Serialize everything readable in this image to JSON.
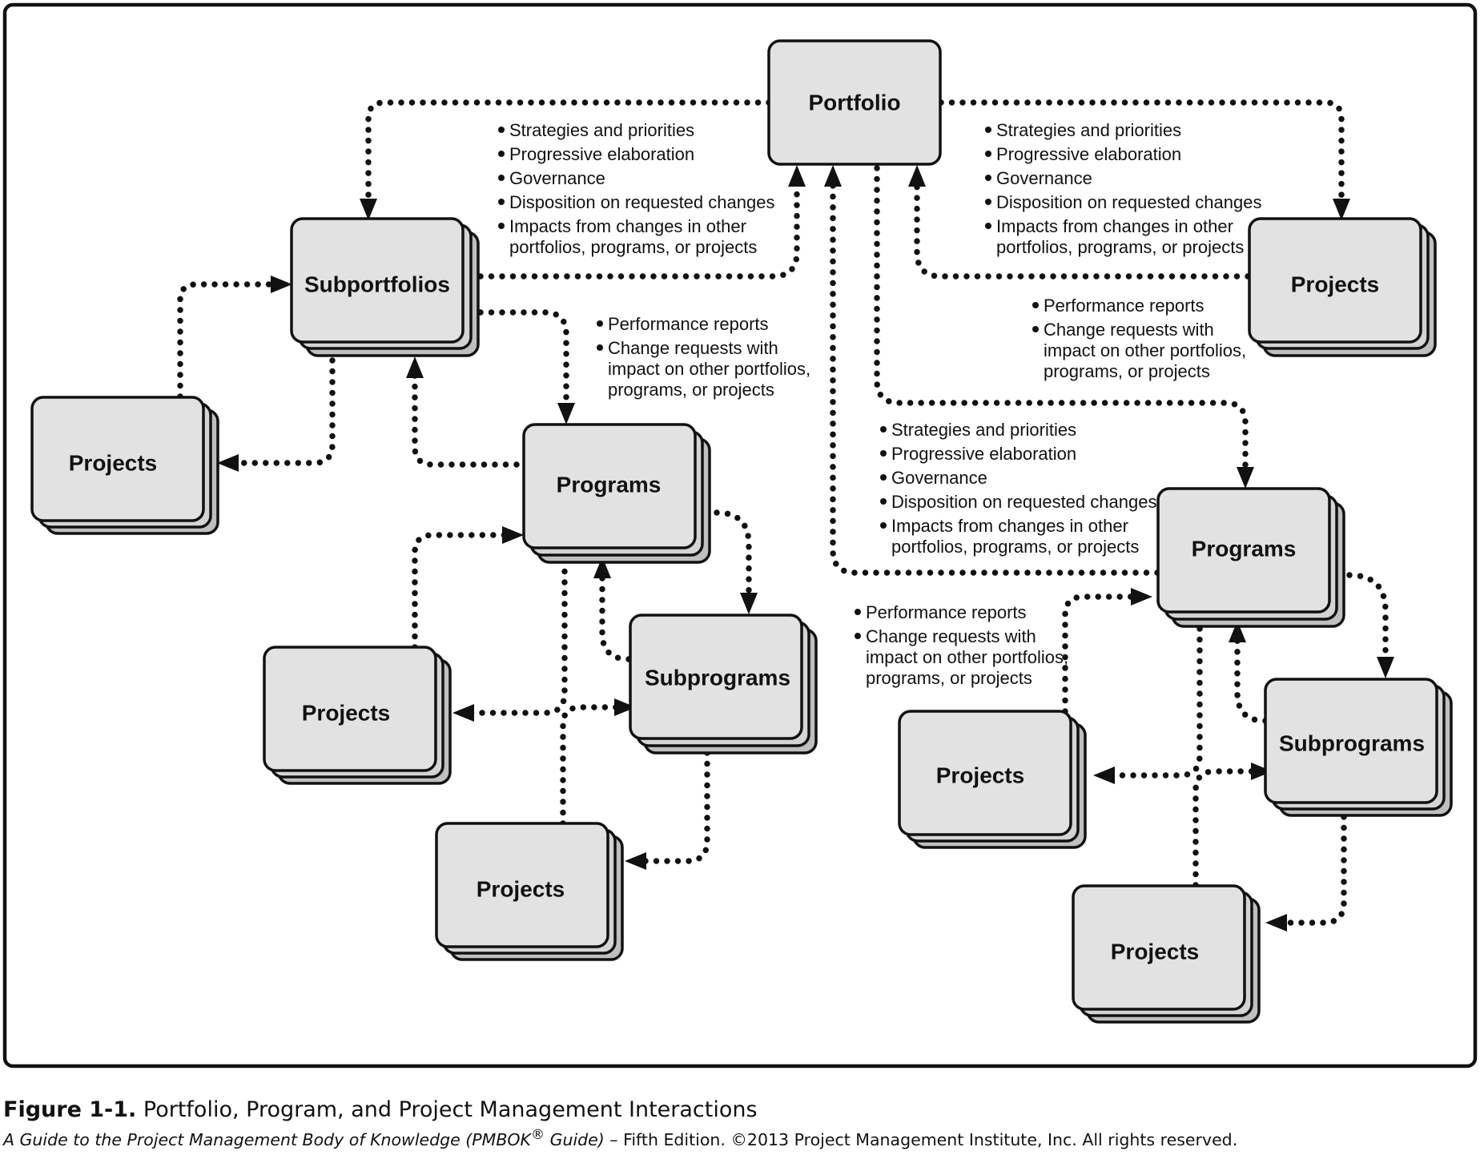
{
  "nodes": {
    "portfolio": "Portfolio",
    "subportfolios": "Subportfolios",
    "projects_top_right": "Projects",
    "projects_left": "Projects",
    "programs_left": "Programs",
    "projects_left_lower": "Projects",
    "subprograms_left": "Subprograms",
    "projects_left_bottom": "Projects",
    "programs_right": "Programs",
    "projects_right_lower": "Projects",
    "subprograms_right": "Subprograms",
    "projects_right_bottom": "Projects"
  },
  "notes": {
    "governance_left": [
      "Strategies and priorities",
      "Progressive elaboration",
      "Governance",
      "Disposition on requested changes",
      "Impacts from changes in other",
      "portfolios, programs, or projects"
    ],
    "governance_right": [
      "Strategies and priorities",
      "Progressive elaboration",
      "Governance",
      "Disposition on requested changes",
      "Impacts from changes in other",
      "portfolios, programs, or projects"
    ],
    "governance_middle": [
      "Strategies and priorities",
      "Progressive elaboration",
      "Governance",
      "Disposition on requested changes",
      "Impacts from changes in other",
      "portfolios, programs, or projects"
    ],
    "performance_left": [
      "Performance reports",
      "Change requests with",
      "impact on other portfolios,",
      "programs, or projects"
    ],
    "performance_right": [
      "Performance reports",
      "Change requests with",
      "impact on other portfolios,",
      "programs, or projects"
    ],
    "performance_lower_right": [
      "Performance reports",
      "Change requests with",
      "impact on other portfolios,",
      "programs, or projects"
    ]
  },
  "caption": {
    "figure_label": "Figure 1-1.",
    "figure_title": " Portfolio, Program, and Project Management Interactions",
    "source_title": "A Guide to the Project Management Body of Knowledge (PMBOK",
    "source_reg": "®",
    "source_title_end": " Guide)",
    "source_rest": " – Fifth Edition. ©2013 Project Management Institute, Inc. All rights reserved."
  },
  "colors": {
    "box_fill": "#e2e2e2",
    "box_shadow": "#bfbfbf",
    "line": "#111111"
  }
}
